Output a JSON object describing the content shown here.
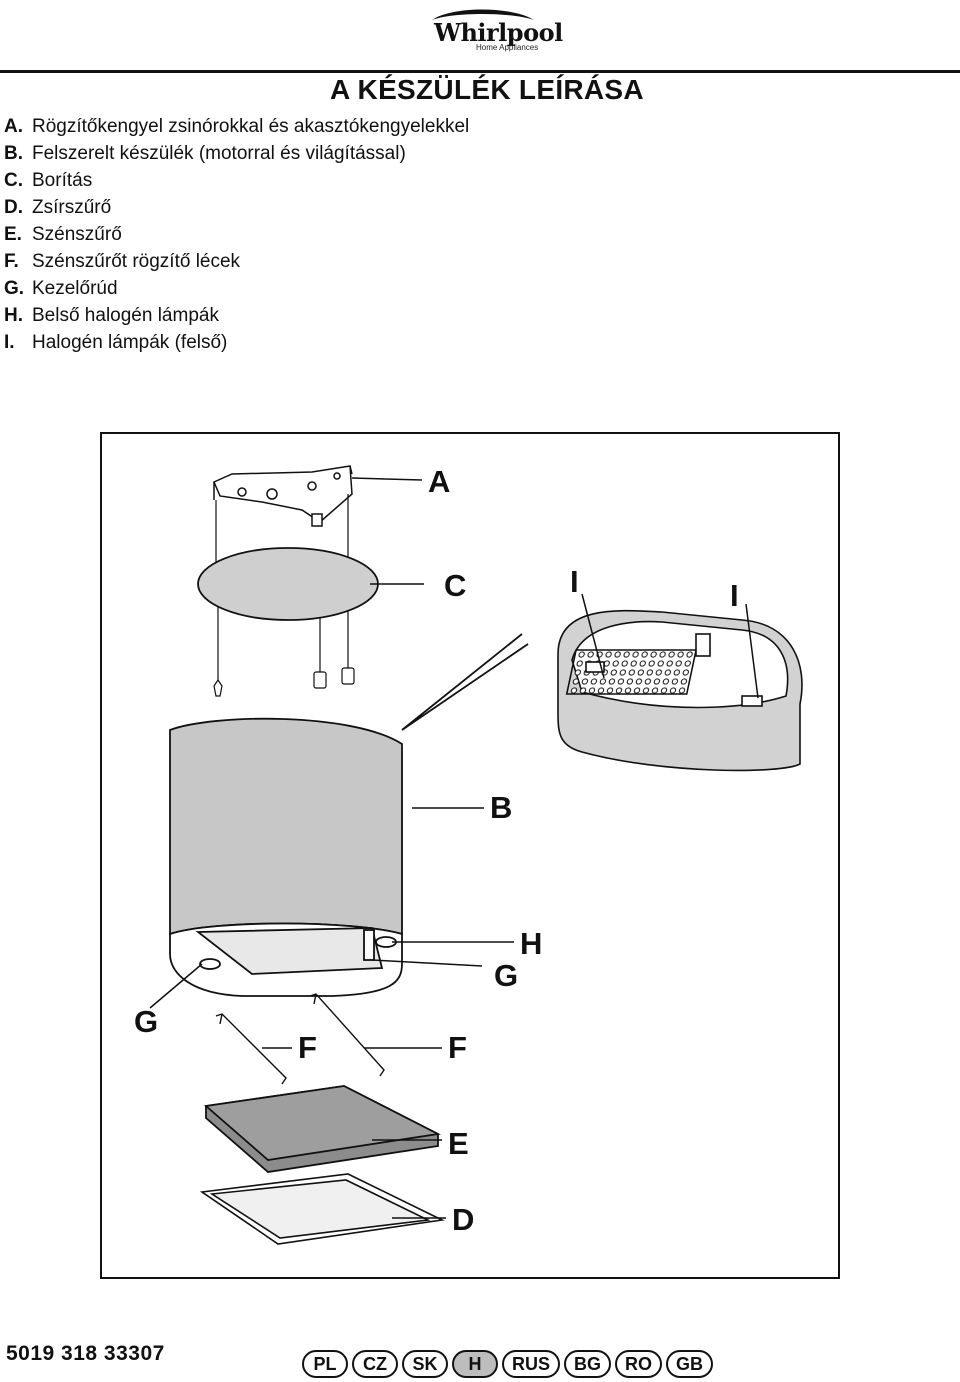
{
  "brand": {
    "name": "Whirlpool",
    "tagline": "Home Appliances"
  },
  "page": {
    "title": "A KÉSZÜLÉK LEÍRÁSA"
  },
  "parts": [
    {
      "letter": "A.",
      "text": "Rögzítőkengyel zsinórokkal és akasztókengyelekkel"
    },
    {
      "letter": "B.",
      "text": "Felszerelt készülék (motorral és világítással)"
    },
    {
      "letter": "C.",
      "text": "Borítás"
    },
    {
      "letter": "D.",
      "text": "Zsírszűrő"
    },
    {
      "letter": "E.",
      "text": "Szénszűrő"
    },
    {
      "letter": "F.",
      "text": "Szénszűrőt rögzítő lécek"
    },
    {
      "letter": "G.",
      "text": "Kezelőrúd"
    },
    {
      "letter": "H.",
      "text": "Belső halogén lámpák"
    },
    {
      "letter": "I.",
      "text": "Halogén lámpák (felső)"
    }
  ],
  "diagram": {
    "callouts": {
      "a": "A",
      "c": "C",
      "i1": "I",
      "i2": "I",
      "b": "B",
      "h": "H",
      "g1": "G",
      "g2": "G",
      "f1": "F",
      "f2": "F",
      "e": "E",
      "d": "D"
    }
  },
  "footer": {
    "doc_number": "5019 318 33307",
    "languages": [
      "PL",
      "CZ",
      "SK",
      "H",
      "RUS",
      "BG",
      "RO",
      "GB"
    ],
    "active_language": "H"
  },
  "colors": {
    "accent": "#111111",
    "cover_fill": "#cfcfcf",
    "hood_fill": "#c7c7c7",
    "carbon_filter": "#8c8c8c",
    "active_badge": "#bdbdbd"
  }
}
